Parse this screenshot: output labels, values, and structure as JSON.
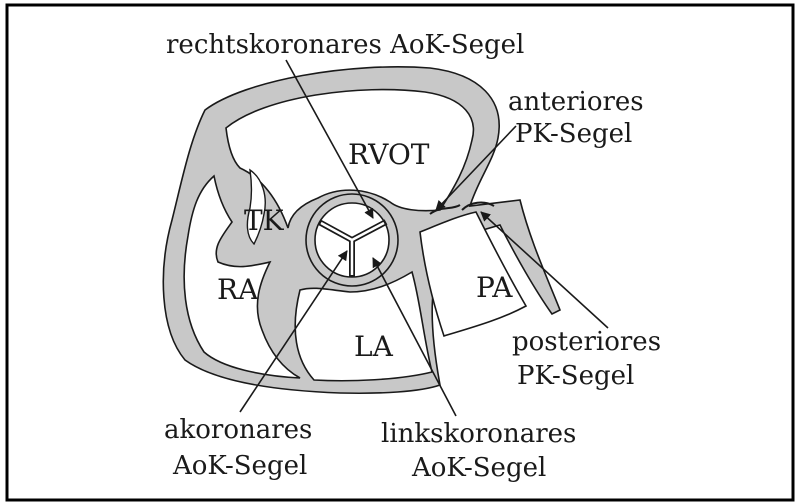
{
  "labels": {
    "rechtskoronares": "rechtskoronares AoK-Segel",
    "anteriores_line1": "anteriores",
    "anteriores_line2": "PK-Segel",
    "posteriores_line1": "posteriores",
    "posteriores_line2": "PK-Segel",
    "akoronares_line1": "akoronares",
    "akoronares_line2": "AoK-Segel",
    "linkskoronares_line1": "linkskoronares",
    "linkskoronares_line2": "AoK-Segel"
  },
  "regions": {
    "rvot": "RVOT",
    "tk": "TK",
    "ra": "RA",
    "la": "LA",
    "pa": "PA"
  },
  "colors": {
    "wall_fill": "#c8c8c8",
    "outline": "#1a1a1a",
    "frame": "#000000",
    "background": "#ffffff"
  }
}
